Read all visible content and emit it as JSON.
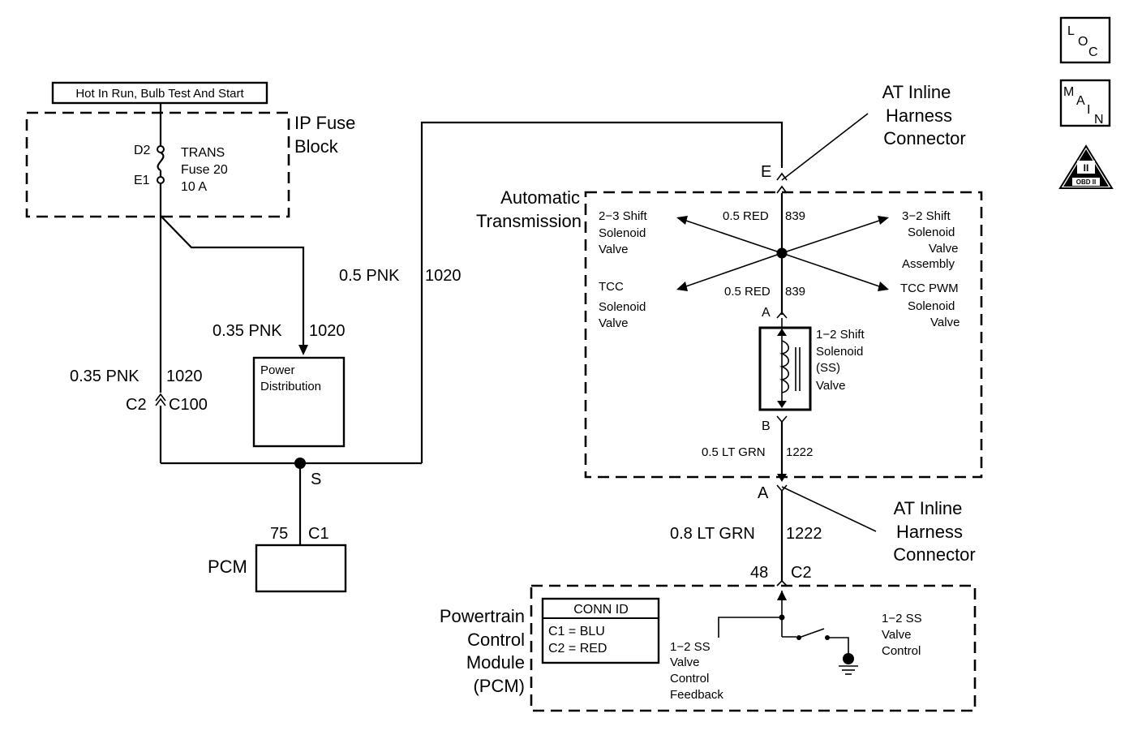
{
  "fuse_block": {
    "hot_label": "Hot In Run, Bulb Test And Start",
    "name_line1": "IP Fuse",
    "name_line2": "Block",
    "pin_top": "D2",
    "pin_bottom": "E1",
    "fuse_line1": "TRANS",
    "fuse_line2": "Fuse 20",
    "fuse_line3": "10 A"
  },
  "wires": {
    "pnk_left": "0.35 PNK",
    "pnk_left_circuit": "1020",
    "pnk_mid": "0.35 PNK",
    "pnk_mid_circuit": "1020",
    "pnk_long": "0.5 PNK",
    "pnk_long_circuit": "1020",
    "red_top": "0.5 RED",
    "red_top_circuit": "839",
    "red_mid": "0.5 RED",
    "red_mid_circuit": "839",
    "ltgrn_inner": "0.5 LT GRN",
    "ltgrn_inner_circuit": "1222",
    "ltgrn_outer": "0.8 LT GRN",
    "ltgrn_outer_circuit": "1222"
  },
  "connectors": {
    "c2": "C2",
    "c100": "C100",
    "splice": "S",
    "pcm_pin": "75",
    "pcm_conn": "C1",
    "at_top_pin": "E",
    "sol_pin_a": "A",
    "sol_pin_b": "B",
    "at_bottom_pin": "A",
    "pcm2_pin": "48",
    "pcm2_conn": "C2"
  },
  "power_distribution": {
    "line1": "Power",
    "line2": "Distribution"
  },
  "pcm_small": {
    "label": "PCM"
  },
  "at_inline_top": {
    "line1": "AT Inline",
    "line2": "Harness",
    "line3": "Connector"
  },
  "at_inline_bottom": {
    "line1": "AT Inline",
    "line2": "Harness",
    "line3": "Connector"
  },
  "automatic_transmission": {
    "line1": "Automatic",
    "line2": "Transmission",
    "valve_23": [
      "2−3 Shift",
      "Solenoid",
      "Valve"
    ],
    "valve_32": [
      "3−2 Shift",
      "Solenoid",
      "Valve",
      "Assembly"
    ],
    "valve_tcc": [
      "TCC",
      "Solenoid",
      "Valve"
    ],
    "valve_tccpwm": [
      "TCC PWM",
      "Solenoid",
      "Valve"
    ],
    "valve_12": [
      "1−2 Shift",
      "Solenoid",
      "(SS)",
      "Valve"
    ]
  },
  "pcm_module": {
    "line1": "Powertrain",
    "line2": "Control",
    "line3": "Module",
    "line4": "(PCM)",
    "conn_id_title": "CONN ID",
    "conn_id_c1": "C1 = BLU",
    "conn_id_c2": "C2 = RED",
    "feedback": [
      "1−2 SS",
      "Valve",
      "Control",
      "Feedback"
    ],
    "control": [
      "1−2 SS",
      "Valve",
      "Control"
    ]
  },
  "side_icons": {
    "loc": [
      "L",
      "O",
      "C"
    ],
    "main": [
      "M",
      "A",
      "I",
      "N"
    ],
    "obd_numeral": "II",
    "obd_text": "OBD II"
  }
}
